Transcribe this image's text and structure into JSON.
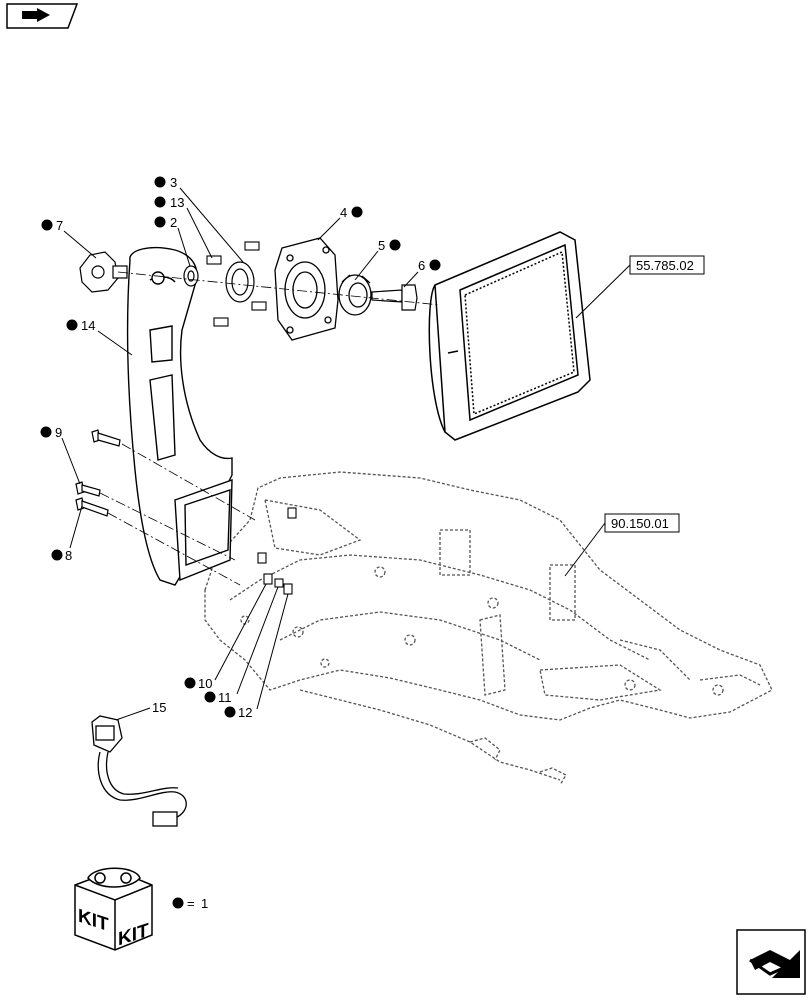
{
  "nav": {
    "top_left_icon": "book-arrow-icon",
    "bottom_right_icon": "page-turn-arrow-icon"
  },
  "callouts": [
    {
      "id": "c3",
      "label": "3",
      "marked": true
    },
    {
      "id": "c13",
      "label": "13",
      "marked": true
    },
    {
      "id": "c2",
      "label": "2",
      "marked": true
    },
    {
      "id": "c7",
      "label": "7",
      "marked": true
    },
    {
      "id": "c4",
      "label": "4",
      "marked": true
    },
    {
      "id": "c5",
      "label": "5",
      "marked": true
    },
    {
      "id": "c6",
      "label": "6",
      "marked": true
    },
    {
      "id": "c14",
      "label": "14",
      "marked": true
    },
    {
      "id": "c9",
      "label": "9",
      "marked": true
    },
    {
      "id": "c8",
      "label": "8",
      "marked": true
    },
    {
      "id": "c10",
      "label": "10",
      "marked": true
    },
    {
      "id": "c11",
      "label": "11",
      "marked": true
    },
    {
      "id": "c12",
      "label": "12",
      "marked": true
    },
    {
      "id": "c15",
      "label": "15",
      "marked": false
    }
  ],
  "references": [
    {
      "id": "ref1",
      "label": "55.785.02"
    },
    {
      "id": "ref2",
      "label": "90.150.01"
    }
  ],
  "kit": {
    "face_text": "KIT",
    "legend_value": "1",
    "legend_symbol": "="
  },
  "colors": {
    "line": "#000000",
    "dashed_frame": "#555555",
    "background": "#ffffff"
  }
}
